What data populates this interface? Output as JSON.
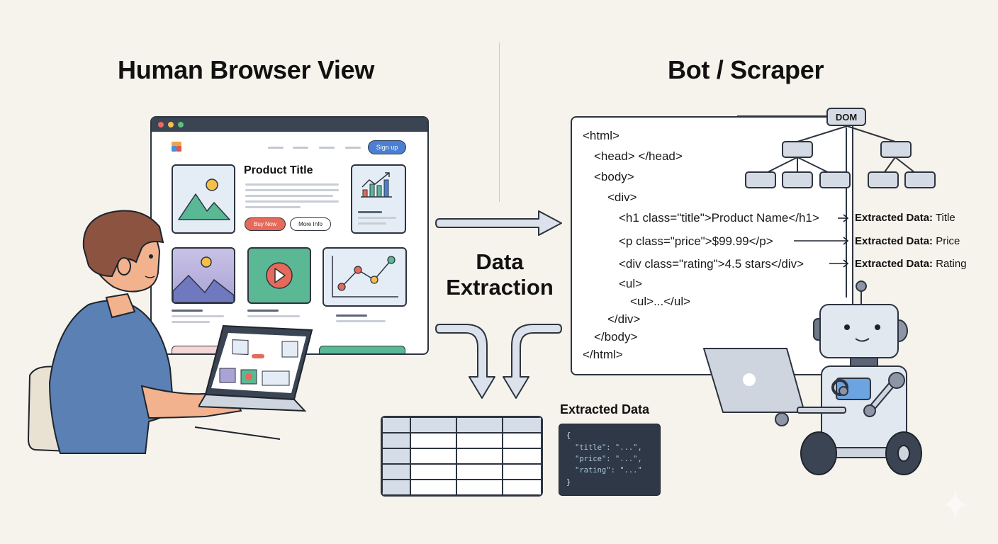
{
  "left_panel": {
    "heading": "Human Browser View",
    "browser_mock": {
      "window_dots": [
        "#e76a63",
        "#f2c14e",
        "#5cbf7a"
      ],
      "signup_label": "Sign up",
      "product_title": "Product Title",
      "buy_now_label": "Buy Now",
      "more_info_label": "More Info",
      "accent_colors": {
        "primary_button": "#4a7fd1",
        "buy_button": "#e56a5a",
        "green_tile": "#5ab894",
        "purple_tile": "#a9a3d6"
      }
    },
    "illustration": "person-using-laptop"
  },
  "center": {
    "label_line1": "Data",
    "label_line2": "Extraction",
    "arrow_right": "arrow-right-icon",
    "arrows_down": [
      "arrow-down-icon",
      "arrow-down-icon"
    ]
  },
  "right_panel": {
    "heading": "Bot / Scraper",
    "dom_label": "DOM",
    "code_lines": [
      "<html>",
      "<head> </head>",
      "<body>",
      "<div>",
      "<h1 class=\"title\">Product Name</h1>",
      "<p class=\"price\">$99.99</p>",
      "<div class=\"rating\">4.5 stars</div>",
      "<ul>",
      "<ul>...</ul>",
      "</div>",
      "</body>",
      "</html>"
    ],
    "extractions": [
      {
        "label": "Extracted Data:",
        "field": "Title"
      },
      {
        "label": "Extracted Data:",
        "field": "Price"
      },
      {
        "label": "Extracted Data:",
        "field": "Rating"
      }
    ],
    "illustration": "robot-with-laptop"
  },
  "output": {
    "table": {
      "rows": 5,
      "columns": 4
    },
    "json_title": "Extracted Data",
    "json_lines": [
      "{",
      "\"title\": \"...\",",
      "\"price\": \"...\",",
      "\"rating\": \"...\"",
      "}"
    ]
  }
}
